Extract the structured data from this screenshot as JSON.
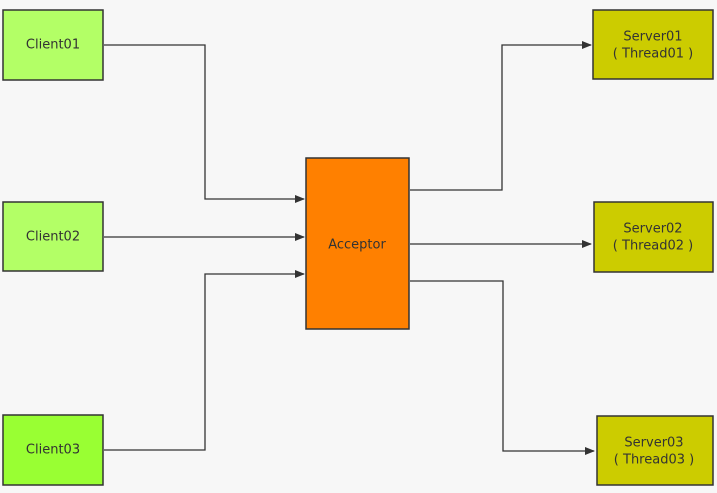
{
  "colors": {
    "background": "#f7f7f7",
    "client01_fill": "#b3ff66",
    "client02_fill": "#b3ff66",
    "client03_fill": "#99ff33",
    "acceptor_fill": "#ff8000",
    "server_fill": "#cccc00",
    "border": "#333333",
    "connector": "#333333"
  },
  "nodes": {
    "client01": {
      "label": "Client01"
    },
    "client02": {
      "label": "Client02"
    },
    "client03": {
      "label": "Client03"
    },
    "acceptor": {
      "label": "Acceptor"
    },
    "server01": {
      "line1": "Server01",
      "line2": "( Thread01 )"
    },
    "server02": {
      "line1": "Server02",
      "line2": "( Thread02 )"
    },
    "server03": {
      "line1": "Server03",
      "line2": "( Thread03 )"
    }
  },
  "edges": [
    {
      "from": "client01",
      "to": "acceptor"
    },
    {
      "from": "client02",
      "to": "acceptor"
    },
    {
      "from": "client03",
      "to": "acceptor"
    },
    {
      "from": "acceptor",
      "to": "server01"
    },
    {
      "from": "acceptor",
      "to": "server02"
    },
    {
      "from": "acceptor",
      "to": "server03"
    }
  ]
}
